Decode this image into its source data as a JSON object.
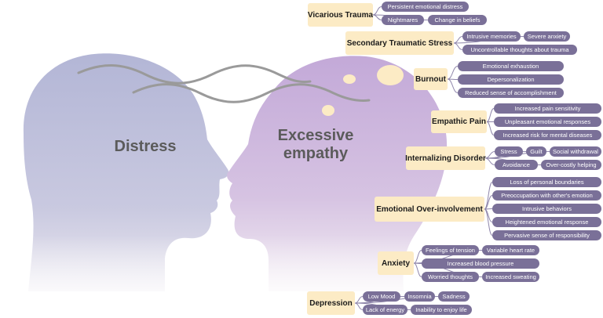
{
  "colors": {
    "left_head": "#b9bcd9",
    "right_head": "#c8b3d9",
    "category_box": "#fcebc5",
    "pill": "#7a7098",
    "connector": "#8f86ab",
    "wave": "#9a9a9a"
  },
  "left_label": "Distress",
  "right_label": "Excessive empathy",
  "categories": [
    {
      "name": "Vicarious Trauma",
      "items": [
        "Persistent emotional distress",
        "Nightmares",
        "Change in beliefs"
      ]
    },
    {
      "name": "Secondary Traumatic Stress",
      "items": [
        "Intrusive memories",
        "Severe anxiety",
        "Uncontrollable thoughts about trauma"
      ]
    },
    {
      "name": "Burnout",
      "items": [
        "Emotional exhaustion",
        "Depersonalization",
        "Reduced sense of accomplishment"
      ]
    },
    {
      "name": "Empathic Pain",
      "items": [
        "Increased pain sensitivity",
        "Unpleasant emotional responses",
        "Increased risk for mental diseases"
      ]
    },
    {
      "name": "Internalizing Disorder",
      "items": [
        "Stress",
        "Guilt",
        "Social withdrawal",
        "Avoidance",
        "Over-costly helping"
      ]
    },
    {
      "name": "Emotional Over-involvement",
      "items": [
        "Loss of personal boundaries",
        "Preoccupation with other's emotion",
        "Intrusive behaviors",
        "Heightened emotional response",
        "Pervasive sense of responsibility"
      ]
    },
    {
      "name": "Anxiety",
      "items": [
        "Feelings of tension",
        "Variable heart rate",
        "Increased blood pressure",
        "Worried thoughts",
        "Increased sweating"
      ]
    },
    {
      "name": "Depression",
      "items": [
        "Low Mood",
        "Insomnia",
        "Sadness",
        "Lack of energy",
        "Inability to enjoy life"
      ]
    }
  ]
}
